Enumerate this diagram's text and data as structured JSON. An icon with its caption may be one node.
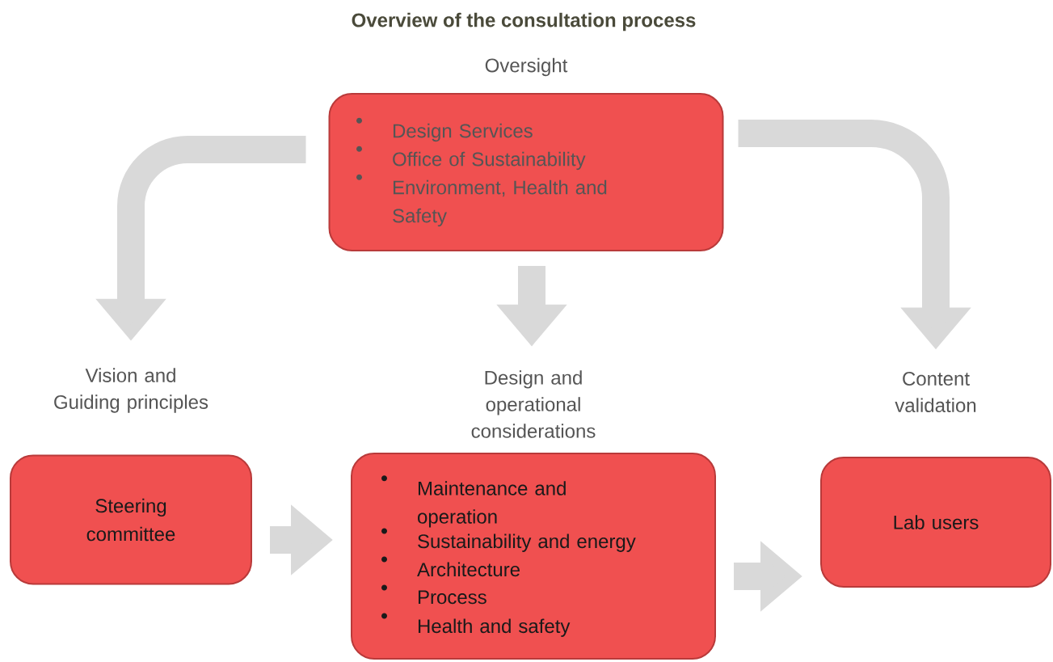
{
  "diagram": {
    "title": "Overview of the consultation process",
    "nodes": [
      {
        "text": [
          "Oversight",
          "Design Services",
          "Office of Sustainability",
          "Environment, Health and Safety"
        ]
      },
      {
        "text": [
          "Vision and Guiding principles",
          "Steering committee"
        ]
      },
      {
        "text": [
          "Design and operational considerations",
          "Maintenance and operation",
          "Sustainability and energy",
          "Architecture",
          "Process",
          "Health and safety"
        ]
      },
      {
        "text": [
          "Content validation",
          "Lab users"
        ]
      }
    ],
    "edges": [
      {
        "from": 0,
        "to": 1,
        "arrow": "to"
      },
      {
        "from": 0,
        "to": 2,
        "arrow": "to"
      },
      {
        "from": 0,
        "to": 3,
        "arrow": "to"
      },
      {
        "from": 1,
        "to": 2,
        "arrow": "to"
      },
      {
        "from": 2,
        "to": 3,
        "arrow": "to"
      }
    ]
  }
}
